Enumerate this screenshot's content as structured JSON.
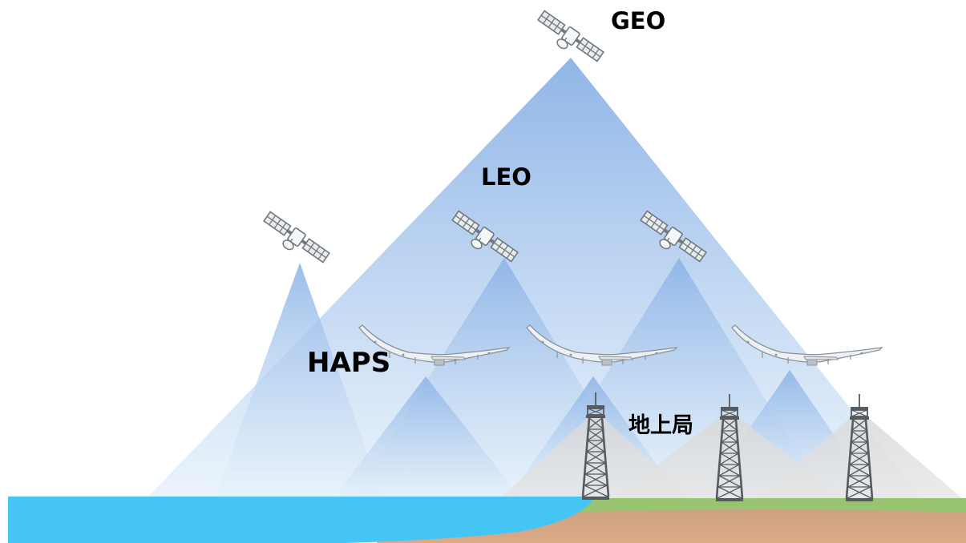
{
  "labels": {
    "geo": "GEO",
    "leo": "LEO",
    "haps": "HAPS",
    "ground": "地上局"
  },
  "colors": {
    "beam_blue": "#8db4e8",
    "beam_fade": "#eaf3fb",
    "ground_beam": "#d6d6d6",
    "sea": "#45c5f6",
    "grass": "#98c471",
    "soil": "#d9a982",
    "satellite_panel": "#8c959e",
    "tower": "#555b60"
  },
  "icons": {
    "satellite": "satellite-icon",
    "aircraft": "haps-aircraft-icon",
    "tower": "ground-station-tower-icon"
  }
}
